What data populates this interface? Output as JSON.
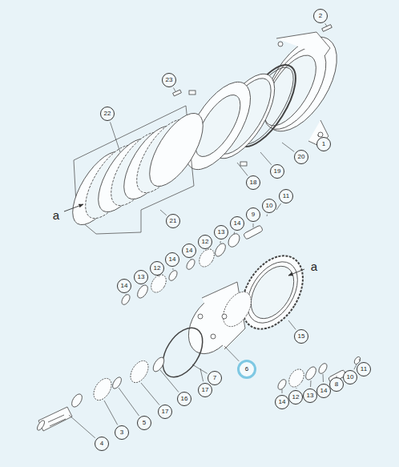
{
  "diagram": {
    "labels": [
      "2",
      "23",
      "1",
      "22",
      "18",
      "19",
      "20",
      "21",
      "a",
      "11",
      "10",
      "9",
      "14",
      "13",
      "12",
      "14",
      "14",
      "12",
      "13",
      "14",
      "a",
      "15",
      "7",
      "6",
      "16",
      "17",
      "3",
      "5",
      "17",
      "4",
      "14",
      "12",
      "13",
      "14",
      "8",
      "10",
      "11"
    ]
  }
}
